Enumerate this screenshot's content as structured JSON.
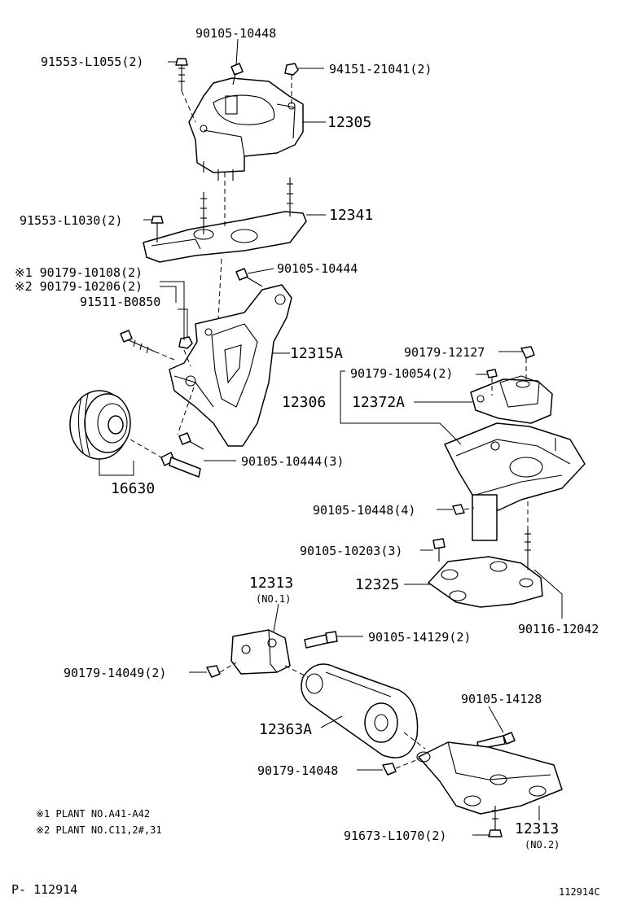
{
  "labels": {
    "p90105_10448_top": "90105-10448",
    "p91553_L1055": "91553-L1055(2)",
    "p94151_21041": "94151-21041(2)",
    "p12305": "12305",
    "p91553_L1030": "91553-L1030(2)",
    "p12341": "12341",
    "p90179_10108": "※1 90179-10108(2)",
    "p90179_10206": "※2 90179-10206(2)",
    "p90105_10444": "90105-10444",
    "p91511_B0850": "91511-B0850",
    "p12315A": "12315A",
    "p90179_12127": "90179-12127",
    "p90179_10054": "90179-10054(2)",
    "p12306": "12306",
    "p12372A": "12372A",
    "p16630": "16630",
    "p90105_10444_3": "90105-10444(3)",
    "p90105_10448_4": "90105-10448(4)",
    "p90105_10203": "90105-10203(3)",
    "p12325": "12325",
    "p90116_12042": "90116-12042",
    "p12313_no1": "12313",
    "p12313_no1_sub": "(NO.1)",
    "p90105_14129": "90105-14129(2)",
    "p90179_14049": "90179-14049(2)",
    "p90105_14128": "90105-14128",
    "p12363A": "12363A",
    "p90179_14048": "90179-14048",
    "p12313_no2": "12313",
    "p12313_no2_sub": "(NO.2)",
    "p91673_L1070": "91673-L1070(2)"
  },
  "notes": {
    "note1": "※1 PLANT NO.A41-A42",
    "note2": "※2 PLANT NO.C11,2#,31"
  },
  "footer": {
    "page_ref": "P- 112914",
    "figure_id": "112914C"
  }
}
